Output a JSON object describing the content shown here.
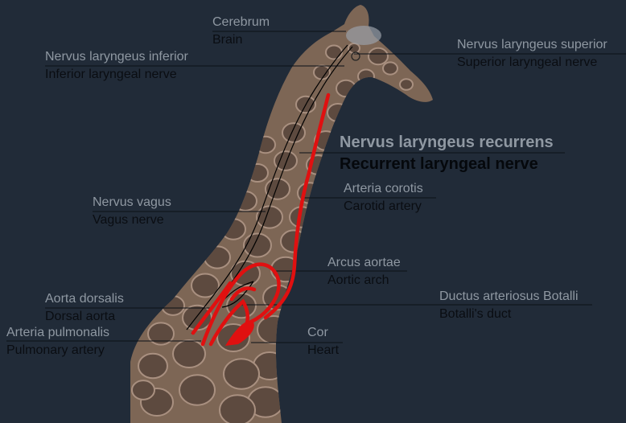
{
  "colors": {
    "background": "#212b38",
    "neck_fill": "#7d6655",
    "patch_fill": "#5d4a3f",
    "nerve_line": "#000000",
    "artery_red": "#e01010",
    "latin_text": "#8f98a2",
    "english_text": "#0a0d12"
  },
  "labels": {
    "cerebrum": {
      "latin": "Cerebrum",
      "english": "Brain"
    },
    "superior": {
      "latin": "Nervus laryngeus superior",
      "english": "Superior laryngeal nerve"
    },
    "inferior": {
      "latin": "Nervus laryngeus inferior",
      "english": "Inferior laryngeal nerve"
    },
    "recurrens": {
      "latin": "Nervus laryngeus recurrens",
      "english": "Recurrent laryngeal nerve"
    },
    "carotid": {
      "latin": "Arteria corotis",
      "english": "Carotid artery"
    },
    "vagus": {
      "latin": "Nervus vagus",
      "english": "Vagus nerve"
    },
    "arch": {
      "latin": "Arcus aortae",
      "english": "Aortic arch"
    },
    "dorsal": {
      "latin": "Aorta dorsalis",
      "english": "Dorsal aorta"
    },
    "botalli": {
      "latin": "Ductus arteriosus Botalli",
      "english": "Botalli's duct"
    },
    "pulmonary": {
      "latin": "Arteria pulmonalis",
      "english": "Pulmonary artery"
    },
    "heart": {
      "latin": "Cor",
      "english": "Heart"
    }
  }
}
